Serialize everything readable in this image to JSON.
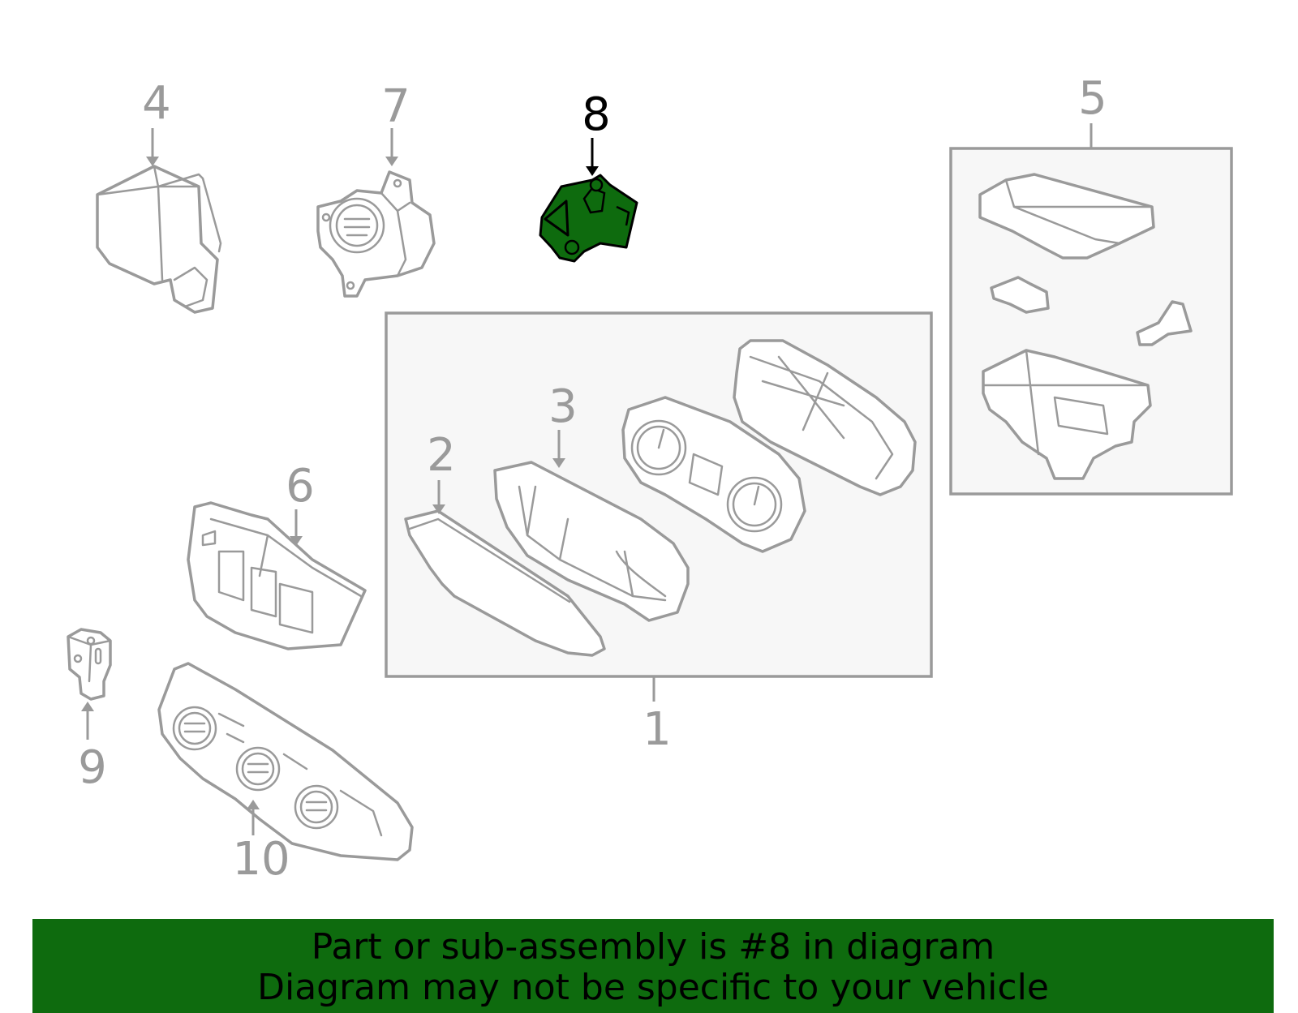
{
  "diagram": {
    "callouts": [
      {
        "id": "1",
        "label": "1",
        "highlighted": false
      },
      {
        "id": "2",
        "label": "2",
        "highlighted": false
      },
      {
        "id": "3",
        "label": "3",
        "highlighted": false
      },
      {
        "id": "4",
        "label": "4",
        "highlighted": false
      },
      {
        "id": "5",
        "label": "5",
        "highlighted": false
      },
      {
        "id": "6",
        "label": "6",
        "highlighted": false
      },
      {
        "id": "7",
        "label": "7",
        "highlighted": false
      },
      {
        "id": "8",
        "label": "8",
        "highlighted": true
      },
      {
        "id": "9",
        "label": "9",
        "highlighted": false
      },
      {
        "id": "10",
        "label": "10",
        "highlighted": false
      }
    ],
    "highlight_color": "#0e6b0e",
    "line_color": "#9a9a9a",
    "group_box_fill": "#f7f7f7"
  },
  "banner": {
    "line1": "Part or sub-assembly is #8 in diagram",
    "line2": "Diagram may not be specific to your vehicle",
    "background": "#0e6b0e"
  }
}
